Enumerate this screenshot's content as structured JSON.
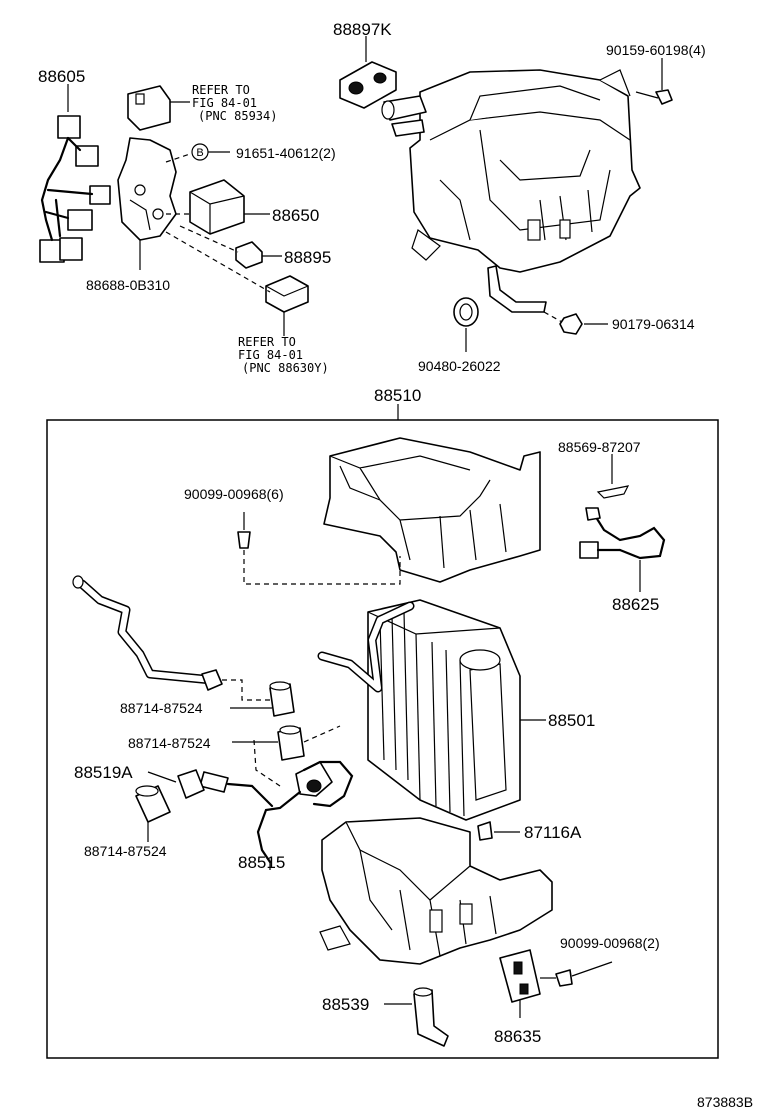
{
  "labels": {
    "p88897k": "88897K",
    "p90159": "90159-60198(4)",
    "p88605": "88605",
    "refer1_line1": "REFER TO",
    "refer1_line2": "FIG 84-01",
    "refer1_line3": "(PNC 85934)",
    "circle_b": "B",
    "p91651": "91651-40612(2)",
    "p88650": "88650",
    "p88895": "88895",
    "p88688": "88688-0B310",
    "refer2_line1": "REFER TO",
    "refer2_line2": "FIG 84-01",
    "refer2_line3": "(PNC 88630Y)",
    "p90179": "90179-06314",
    "p90480": "90480-26022",
    "p88510": "88510",
    "p88569": "88569-87207",
    "p90099a": "90099-00968(6)",
    "p88625": "88625",
    "p88714a": "88714-87524",
    "p88714b": "88714-87524",
    "p88501": "88501",
    "p88519a": "88519A",
    "p88714c": "88714-87524",
    "p88515": "88515",
    "p87116a": "87116A",
    "p90099b": "90099-00968(2)",
    "p88539": "88539",
    "p88635": "88635",
    "figure_code": "873883B"
  }
}
